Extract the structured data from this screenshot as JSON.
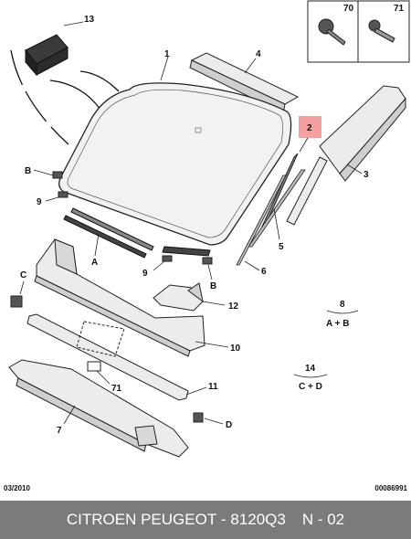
{
  "labels": {
    "p1": "1",
    "p2": "2",
    "p3": "3",
    "p4": "4",
    "p5": "5",
    "p6": "6",
    "p7": "7",
    "p8": "8",
    "p9a": "9",
    "p9b": "9",
    "p10": "10",
    "p11": "11",
    "p12": "12",
    "p13": "13",
    "p14": "14",
    "p70": "70",
    "p71a": "71",
    "p71b": "71",
    "pA": "A",
    "pBa": "B",
    "pBb": "B",
    "pC": "C",
    "pD": "D",
    "kit8": "A + B",
    "kit14": "C + D"
  },
  "highlight": {
    "label": "2",
    "color": "#f4a0a0"
  },
  "footer": {
    "date": "03/2010",
    "doc_id": "00086991",
    "brand": "CITROEN PEUGEOT",
    "separator": " - ",
    "part_number": "8120Q3",
    "sheet": "N - 02"
  }
}
